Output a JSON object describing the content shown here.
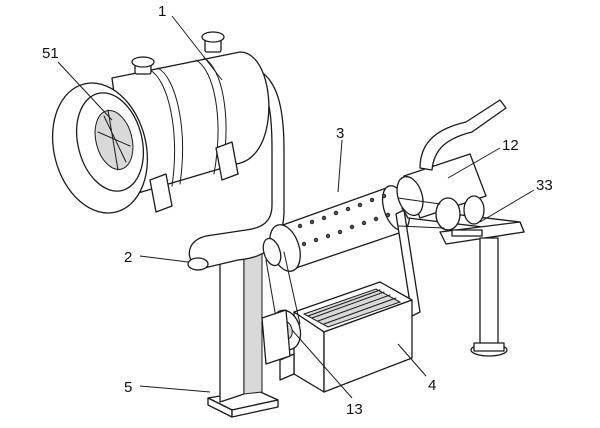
{
  "labels": {
    "label_1": "1",
    "label_51": "51",
    "label_3": "3",
    "label_12": "12",
    "label_33": "33",
    "label_2": "2",
    "label_5": "5",
    "label_4": "4",
    "label_13": "13"
  },
  "colors": {
    "line": "#1a1a1a",
    "fill": "#ffffff",
    "shade": "#d9d9d9"
  }
}
